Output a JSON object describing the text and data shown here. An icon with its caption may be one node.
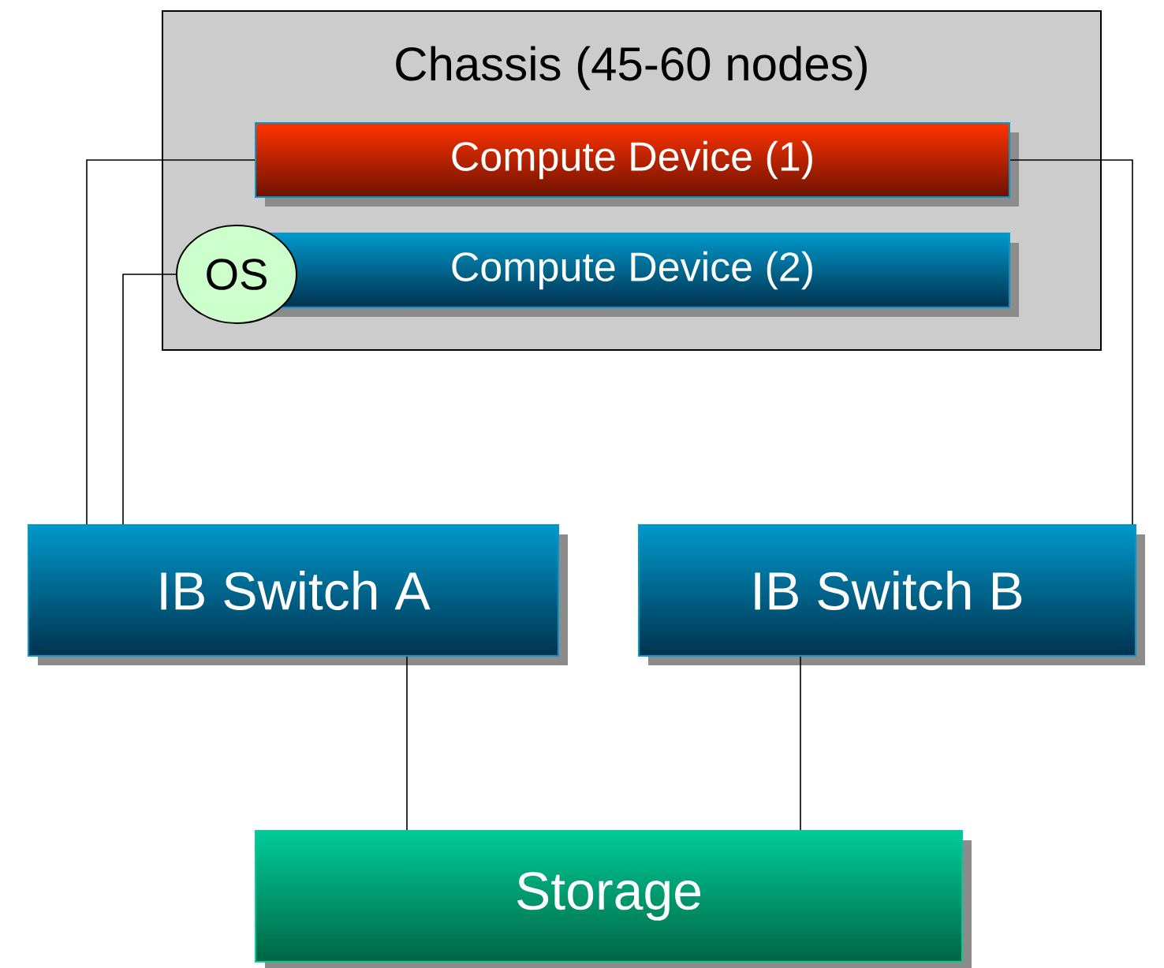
{
  "diagram": {
    "nodes": [
      {
        "text": [
          "Chassis (45-60 nodes)"
        ]
      },
      {
        "text": [
          "Compute Device (1)"
        ],
        "in": 0
      },
      {
        "text": [
          "Compute Device (2)"
        ],
        "in": 0
      },
      {
        "text": [
          "OS"
        ],
        "in": 0
      },
      {
        "text": [
          "IB Switch A"
        ]
      },
      {
        "text": [
          "IB Switch B"
        ]
      },
      {
        "text": [
          "Storage"
        ]
      }
    ],
    "edges": [
      {
        "from": 1,
        "to": 4,
        "arrow": "none"
      },
      {
        "from": 3,
        "to": 4,
        "arrow": "none"
      },
      {
        "from": 1,
        "to": 5,
        "arrow": "none"
      },
      {
        "from": 4,
        "to": 6,
        "arrow": "none"
      },
      {
        "from": 5,
        "to": 6,
        "arrow": "none"
      }
    ]
  }
}
